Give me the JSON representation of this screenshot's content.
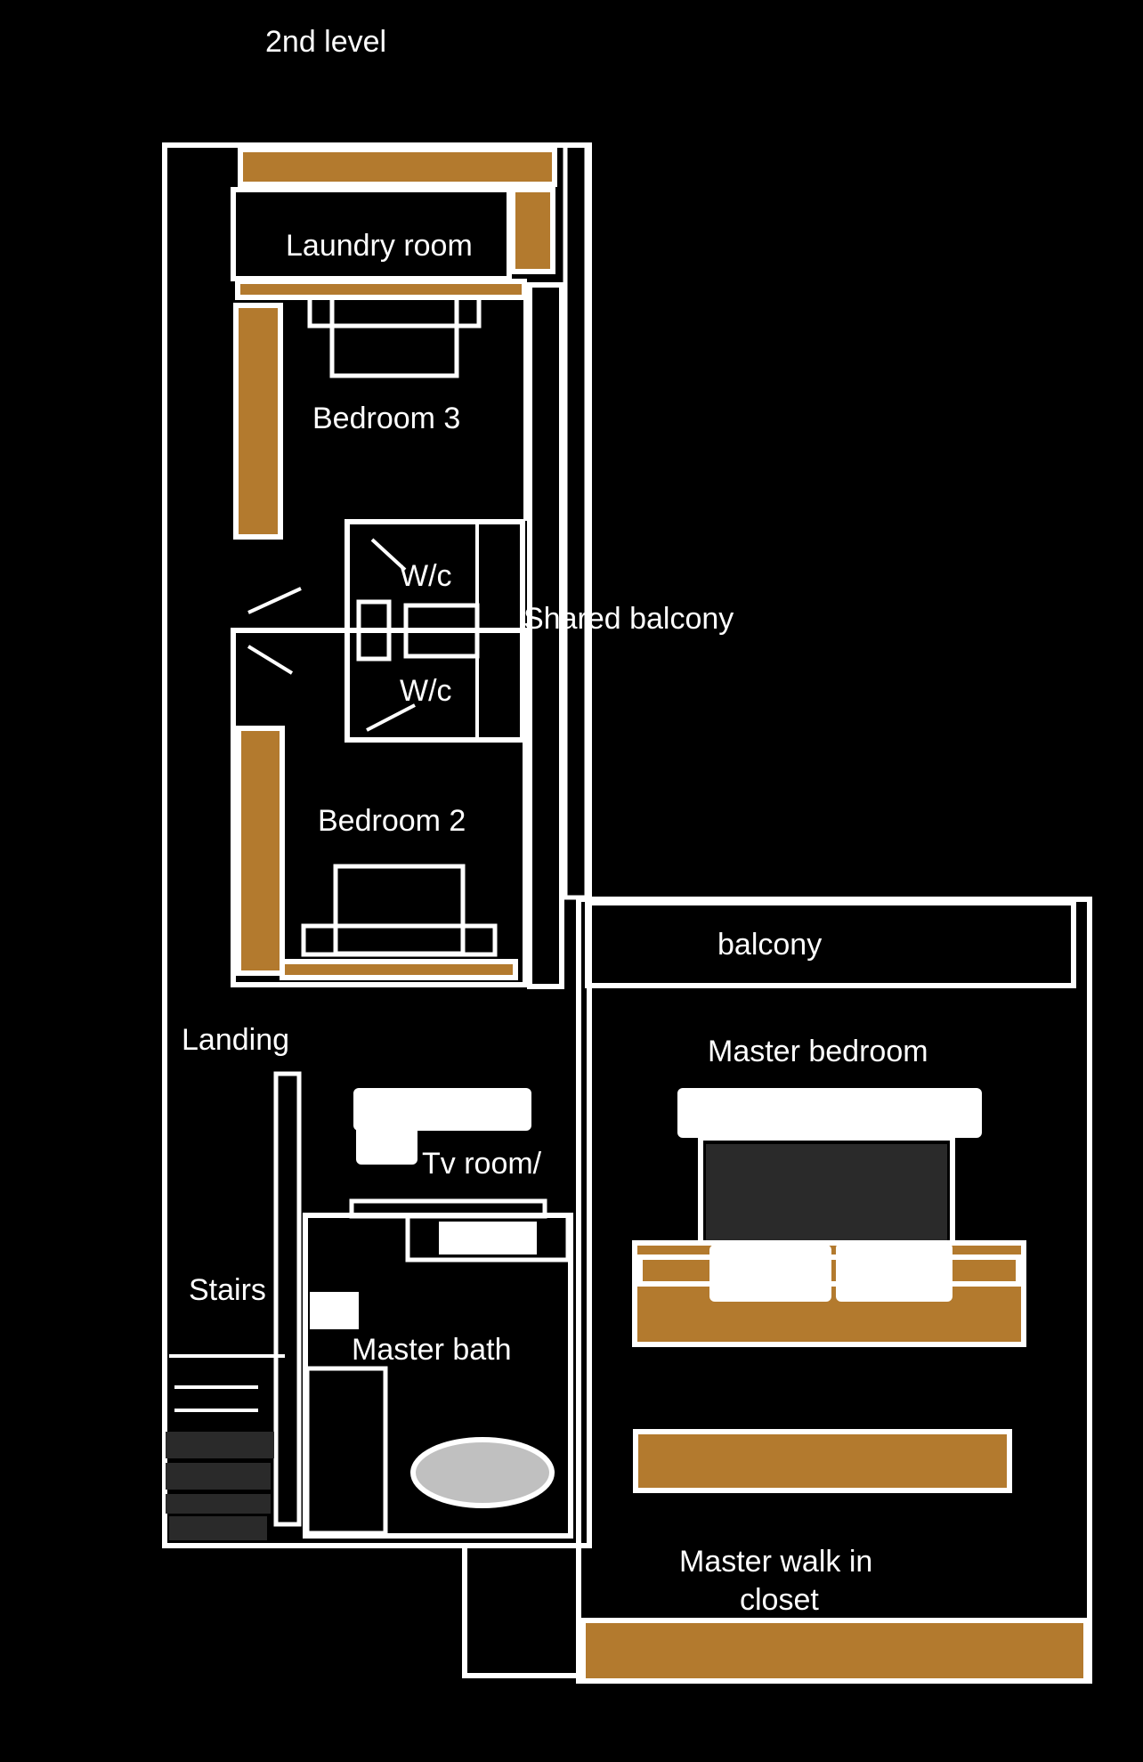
{
  "title": "2nd level",
  "rooms": {
    "laundry": "Laundry room",
    "bedroom3": "Bedroom 3",
    "wc_upper": "W/c",
    "wc_lower": "W/c",
    "shared_balcony": "Shared balcony",
    "bedroom2": "Bedroom 2",
    "balcony": "balcony",
    "landing": "Landing",
    "master_bedroom": "Master bedroom",
    "tv_room": "Tv room/",
    "stairs": "Stairs",
    "master_bath": "Master bath",
    "closet_line1": "Master walk in",
    "closet_line2": "closet"
  },
  "colors": {
    "background": "#000000",
    "walls": "#ffffff",
    "cabinetry": "#b37a2e",
    "bed_cover": "#2a2a2a",
    "bathtub": "#c0c0c0"
  }
}
